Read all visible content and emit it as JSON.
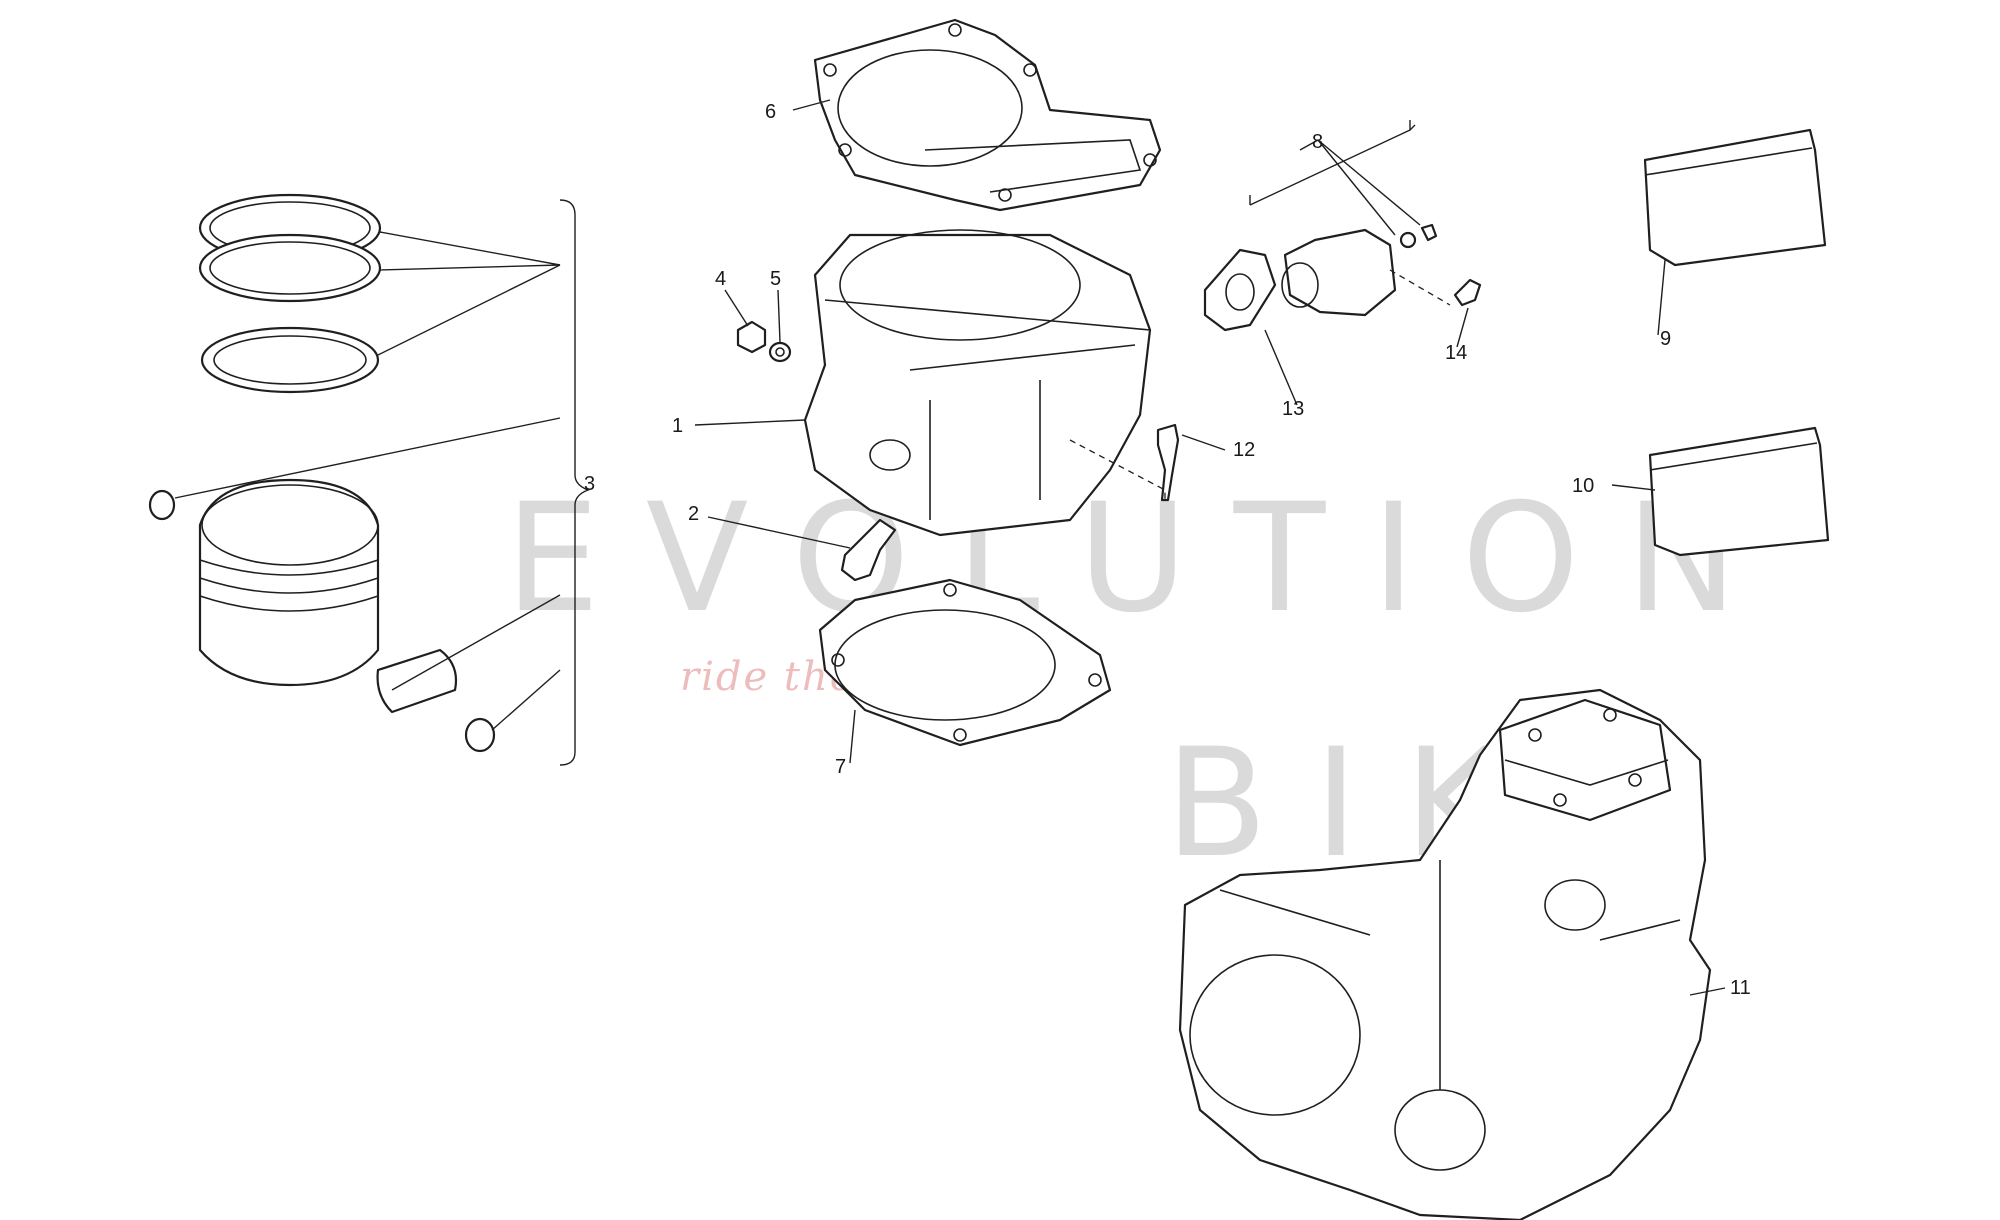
{
  "diagram": {
    "callouts": [
      "1",
      "2",
      "3",
      "4",
      "5",
      "6",
      "7",
      "8",
      "9",
      "10",
      "11",
      "12",
      "13",
      "14"
    ]
  },
  "watermark": {
    "brand_word_1": "EVOLUTION",
    "brand_word_2": "BIKE",
    "slogan": "ride the power",
    "color": "#bdbdbd",
    "slogan_color": "#e6a0a0"
  }
}
